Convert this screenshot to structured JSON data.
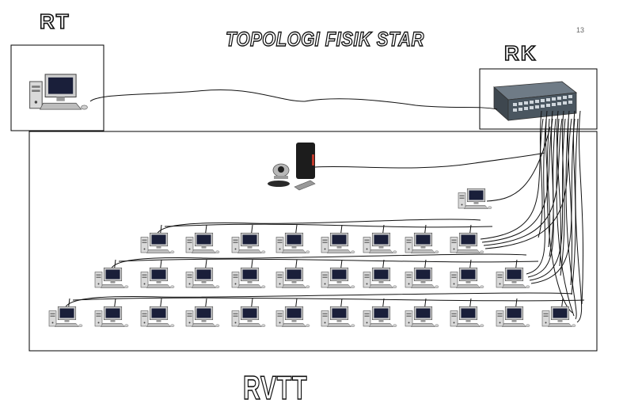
{
  "title": "TOPOLOGI FISIK STAR",
  "page_number": "13",
  "rooms": {
    "rt": "RT",
    "rk": "RK",
    "rvtt": "RVTT"
  },
  "icons": {
    "server_pc": "desktop-computer-icon",
    "switch": "network-switch-icon",
    "video_conference": "video-conference-unit-icon",
    "workstation": "desktop-computer-icon"
  },
  "workstation_rows": [
    8,
    10,
    12
  ],
  "colors": {
    "cable": "#111111",
    "border": "#000000",
    "switch_body": "#4a5660"
  }
}
